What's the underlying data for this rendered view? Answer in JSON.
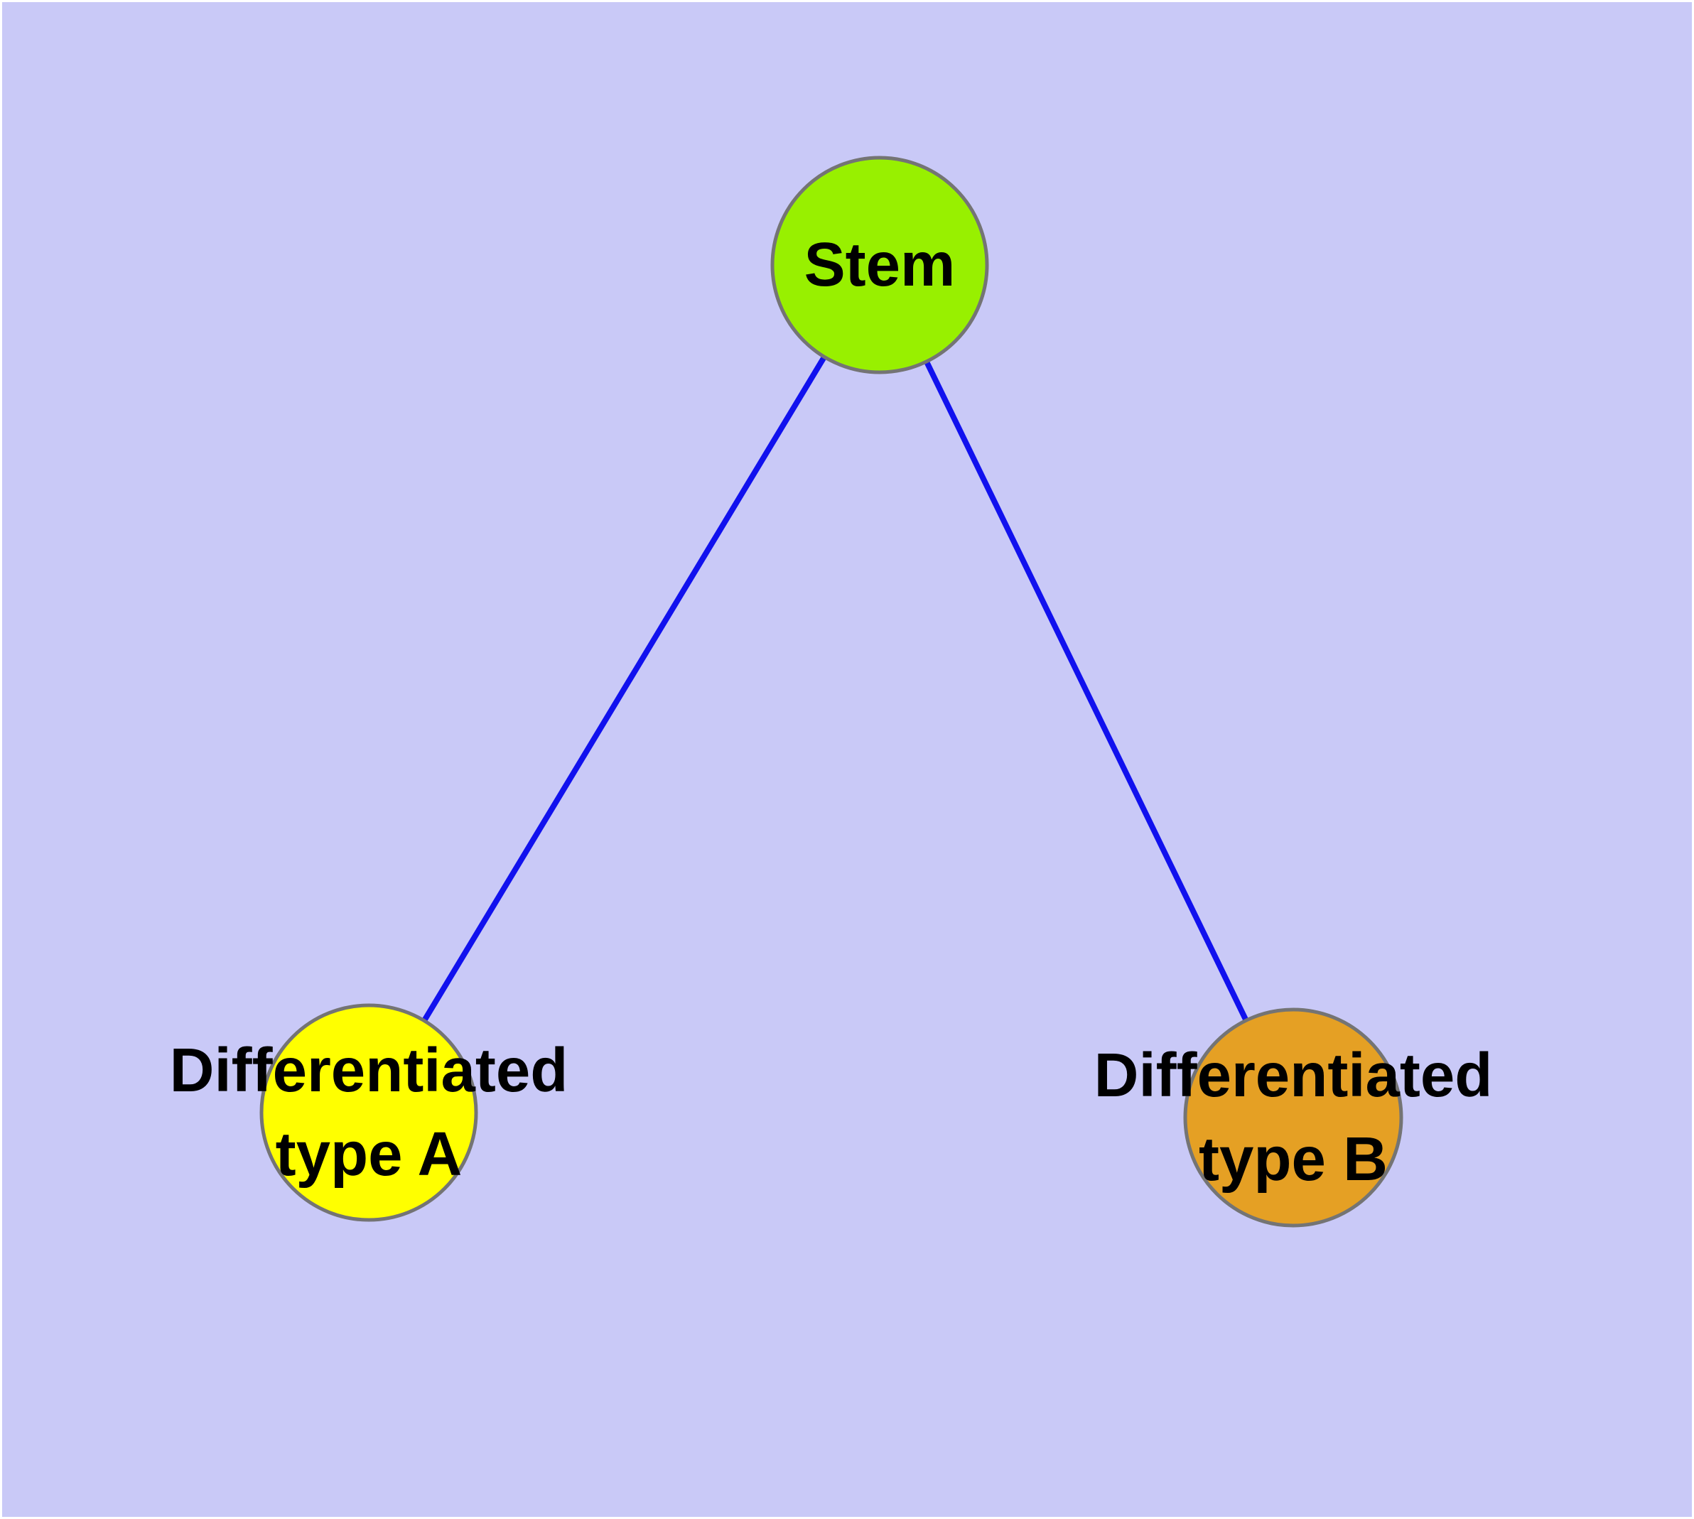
{
  "diagram": {
    "type": "graph",
    "description_colors": {
      "background": "#C9C9F7",
      "outer_border": "#FFFFFF",
      "edge": "#1111EE",
      "node_border": "#747474",
      "label_text": "#000000"
    },
    "nodes": {
      "stem": {
        "label": "Stem",
        "fill": "#98F000"
      },
      "type_a": {
        "label_line1": "Differentiated",
        "label_line2": "type A",
        "fill": "#FFFF00"
      },
      "type_b": {
        "label_line1": "Differentiated",
        "label_line2": "type B",
        "fill": "#E5A024"
      }
    },
    "edges": [
      {
        "from": "Stem",
        "to": "Differentiated type A"
      },
      {
        "from": "Stem",
        "to": "Differentiated type B"
      }
    ]
  }
}
